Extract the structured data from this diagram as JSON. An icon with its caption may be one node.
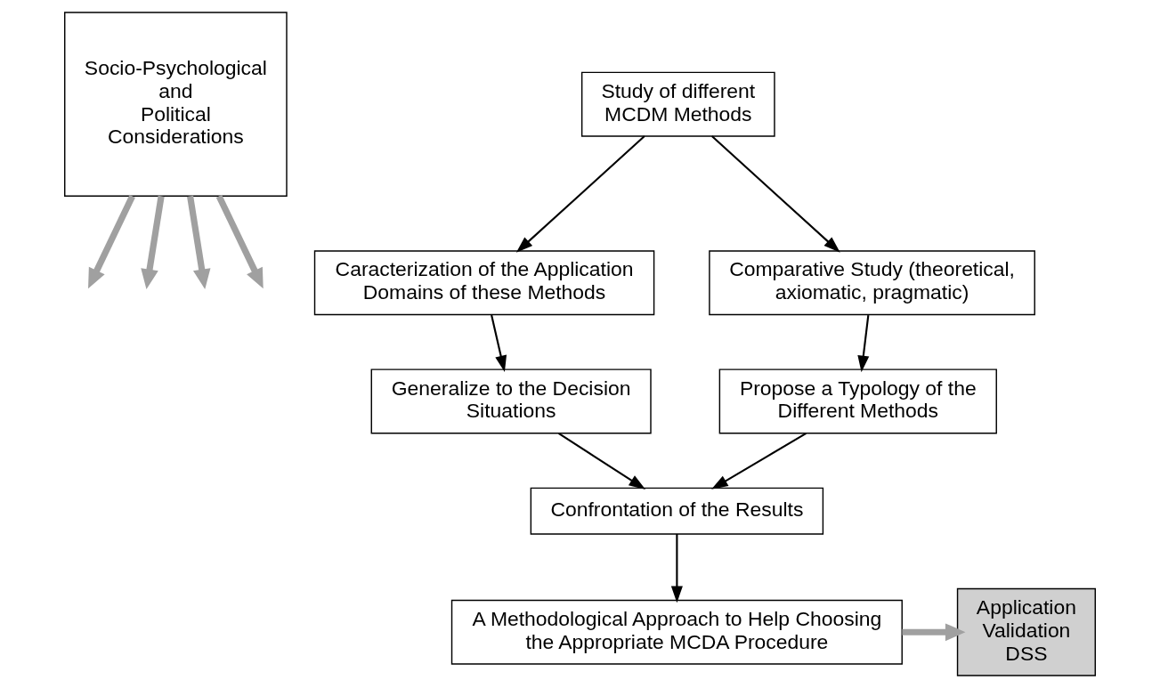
{
  "diagram": {
    "nodes": [
      {
        "text": [
          "Socio-Psychological and Political Considerations"
        ]
      },
      {
        "text": [
          "Study of different MCDM Methods"
        ]
      },
      {
        "text": [
          "Caracterization of the Application Domains of these Methods"
        ]
      },
      {
        "text": [
          "Comparative Study (theoretical, axiomatic, pragmatic)"
        ]
      },
      {
        "text": [
          "Generalize to the Decision Situations"
        ]
      },
      {
        "text": [
          "Propose a Typology of the Different Methods"
        ]
      },
      {
        "text": [
          "Confrontation of the Results"
        ]
      },
      {
        "text": [
          "A Methodological Approach to Help Choosing the Appropriate MCDA Procedure"
        ]
      },
      {
        "text": [
          "Application Validation DSS"
        ]
      }
    ],
    "edges": [
      {
        "from": 1,
        "to": 2,
        "arrow": "to"
      },
      {
        "from": 1,
        "to": 3,
        "arrow": "to"
      },
      {
        "from": 2,
        "to": 4,
        "arrow": "to"
      },
      {
        "from": 3,
        "to": 5,
        "arrow": "to"
      },
      {
        "from": 4,
        "to": 6,
        "arrow": "to"
      },
      {
        "from": 5,
        "to": 6,
        "arrow": "to"
      },
      {
        "from": 6,
        "to": 7,
        "arrow": "to"
      },
      {
        "from": 7,
        "to": 8,
        "arrow": "to",
        "style": "thick",
        "color": "#a0a0a0"
      },
      {
        "from": 0,
        "to": null,
        "arrow": "to",
        "style": "thick",
        "color": "#a0a0a0"
      },
      {
        "from": 0,
        "to": null,
        "arrow": "to",
        "style": "thick",
        "color": "#a0a0a0"
      },
      {
        "from": 0,
        "to": null,
        "arrow": "to",
        "style": "thick",
        "color": "#a0a0a0"
      },
      {
        "from": 0,
        "to": null,
        "arrow": "to",
        "style": "thick",
        "color": "#a0a0a0"
      }
    ]
  }
}
